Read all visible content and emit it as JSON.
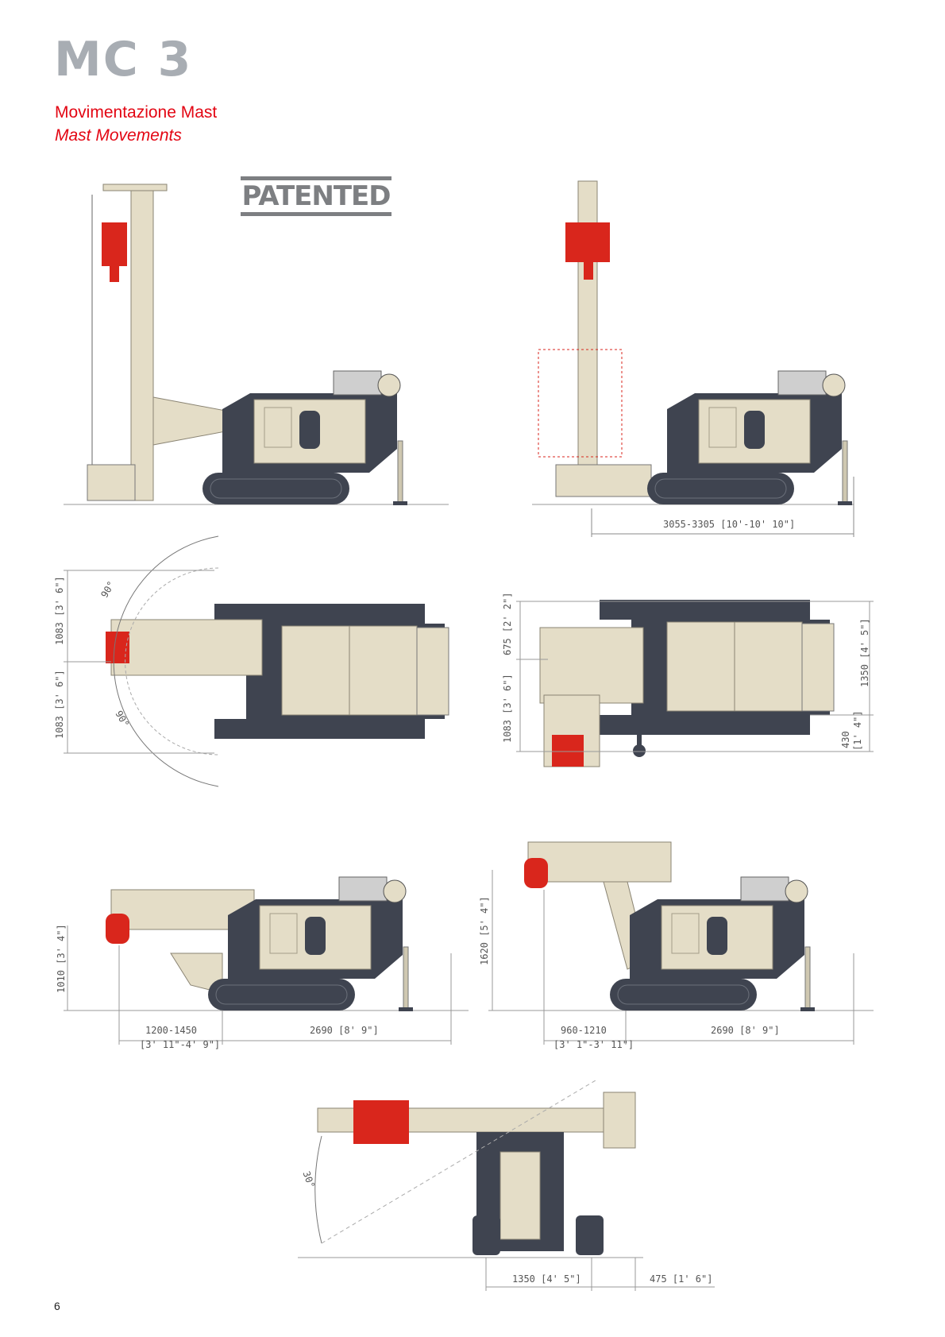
{
  "header": {
    "title": "MC 3",
    "subtitle_it": "Movimentazione Mast",
    "subtitle_en": "Mast Movements",
    "badge": "PATENTED"
  },
  "dimensions": {
    "top_right_width": "3055-3305 [10'-10' 10\"]",
    "top_left_upper": "1083 [3' 6\"]",
    "top_left_lower": "1083 [3' 6\"]",
    "angle_upper": "90°",
    "angle_lower": "90°",
    "plan_right_upper": "675 [2' 2\"]",
    "plan_right_lower": "1083 [3' 6\"]",
    "plan_right_width": "1350 [4' 5\"]",
    "plan_right_offset_1": "430",
    "plan_right_offset_2": "[1' 4\"]",
    "side_left_height": "1010 [3' 4\"]",
    "side_left_reach_1": "1200-1450",
    "side_left_reach_2": "[3' 11\"-4' 9\"]",
    "side_left_length": "2690 [8' 9\"]",
    "side_right_height": "1620 [5' 4\"]",
    "side_right_reach_1": "960-1210",
    "side_right_reach_2": "[3' 1\"-3' 11\"]",
    "side_right_length": "2690 [8' 9\"]",
    "front_angle": "30°",
    "front_width": "1350 [4' 5\"]",
    "front_offset": "475 [1' 6\"]"
  },
  "colors": {
    "beige": "#e4ddc7",
    "dark": "#3f4450",
    "red": "#d9261c",
    "accent": "#e30613"
  },
  "footer": {
    "page_number": "6"
  }
}
